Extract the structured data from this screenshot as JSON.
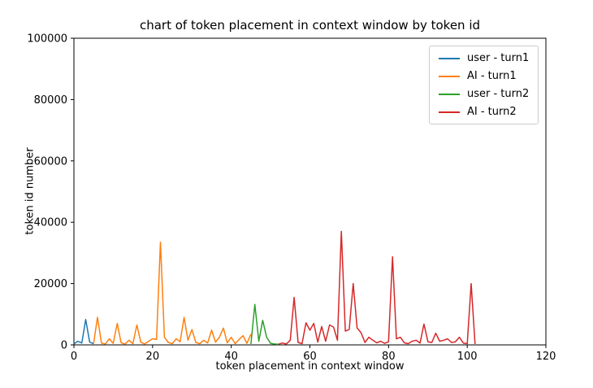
{
  "chart_data": {
    "type": "line",
    "title": "chart of token placement in context window by token id",
    "xlabel": "token placement in context window",
    "ylabel": "token id number",
    "xlim": [
      0,
      120
    ],
    "ylim": [
      0,
      100000
    ],
    "xticks": [
      0,
      20,
      40,
      60,
      80,
      100,
      120
    ],
    "yticks": [
      0,
      20000,
      40000,
      60000,
      80000,
      100000
    ],
    "grid": false,
    "legend_position": "upper right",
    "series": [
      {
        "name": "user - turn1",
        "color": "#1f77b4",
        "x": [
          0,
          1,
          2,
          3,
          4,
          5
        ],
        "y": [
          300,
          1200,
          600,
          8300,
          900,
          400
        ]
      },
      {
        "name": "AI - turn1",
        "color": "#ff7f0e",
        "x": [
          5,
          6,
          7,
          8,
          9,
          10,
          11,
          12,
          13,
          14,
          15,
          16,
          17,
          18,
          19,
          20,
          21,
          22,
          23,
          24,
          25,
          26,
          27,
          28,
          29,
          30,
          31,
          32,
          33,
          34,
          35,
          36,
          37,
          38,
          39,
          40,
          41,
          42,
          43,
          44,
          45
        ],
        "y": [
          400,
          9000,
          600,
          300,
          2000,
          500,
          7000,
          700,
          300,
          1500,
          400,
          6500,
          900,
          300,
          1200,
          2000,
          1800,
          33500,
          2500,
          800,
          400,
          2000,
          1000,
          9000,
          1500,
          5000,
          800,
          400,
          1500,
          600,
          4800,
          900,
          2500,
          5500,
          700,
          2500,
          400,
          1800,
          3000,
          500,
          3500
        ]
      },
      {
        "name": "user - turn2",
        "color": "#2ca02c",
        "x": [
          45,
          46,
          47,
          48,
          49,
          50,
          51,
          52
        ],
        "y": [
          300,
          13200,
          1200,
          8000,
          2500,
          500,
          300,
          200
        ]
      },
      {
        "name": "AI - turn2",
        "color": "#d62728",
        "x": [
          52,
          53,
          54,
          55,
          56,
          57,
          58,
          59,
          60,
          61,
          62,
          63,
          64,
          65,
          66,
          67,
          68,
          69,
          70,
          71,
          72,
          73,
          74,
          75,
          76,
          77,
          78,
          79,
          80,
          81,
          82,
          83,
          84,
          85,
          86,
          87,
          88,
          89,
          90,
          91,
          92,
          93,
          94,
          95,
          96,
          97,
          98,
          99,
          100,
          101,
          102
        ],
        "y": [
          200,
          600,
          300,
          1500,
          15500,
          800,
          400,
          7200,
          4800,
          7000,
          900,
          6000,
          1200,
          6500,
          5800,
          1500,
          37000,
          4500,
          5000,
          20000,
          5500,
          4000,
          800,
          2500,
          1500,
          700,
          1200,
          500,
          1000,
          28700,
          2000,
          2500,
          700,
          400,
          1200,
          1500,
          600,
          6800,
          1000,
          800,
          3800,
          1200,
          1500,
          2000,
          800,
          1000,
          2500,
          600,
          400,
          20000,
          300
        ]
      }
    ]
  }
}
